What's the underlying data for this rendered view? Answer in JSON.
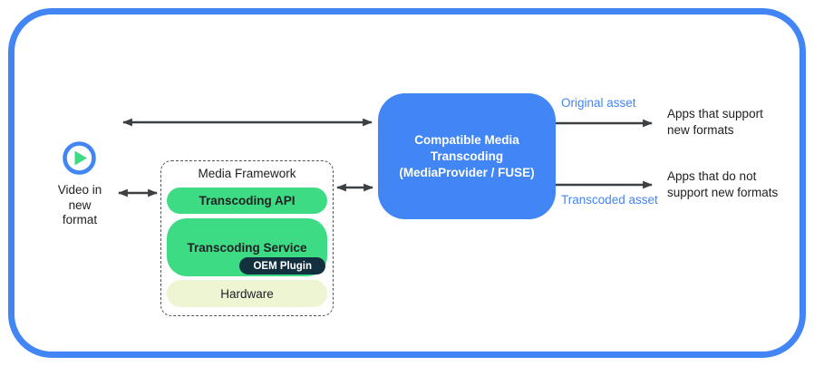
{
  "colors": {
    "blue": "#4285f4",
    "green": "#3ddc84",
    "navy": "#13303f",
    "cream": "#eef5d3",
    "arrow": "#3c4043",
    "ink": "#202124"
  },
  "icons": {
    "play": "play-icon"
  },
  "source": {
    "label": "Video in\nnew\nformat"
  },
  "media_framework": {
    "title": "Media Framework",
    "layers": [
      "Transcoding API",
      "Transcoding Service",
      "Hardware"
    ],
    "oem_plugin": "OEM Plugin"
  },
  "transcoder": {
    "title": "Compatible Media\nTranscoding\n(MediaProvider / FUSE)"
  },
  "outputs": {
    "original_label": "Original asset",
    "transcoded_label": "Transcoded asset",
    "apps_support": "Apps that support\nnew formats",
    "apps_no_support": "Apps that do not\nsupport new formats"
  }
}
